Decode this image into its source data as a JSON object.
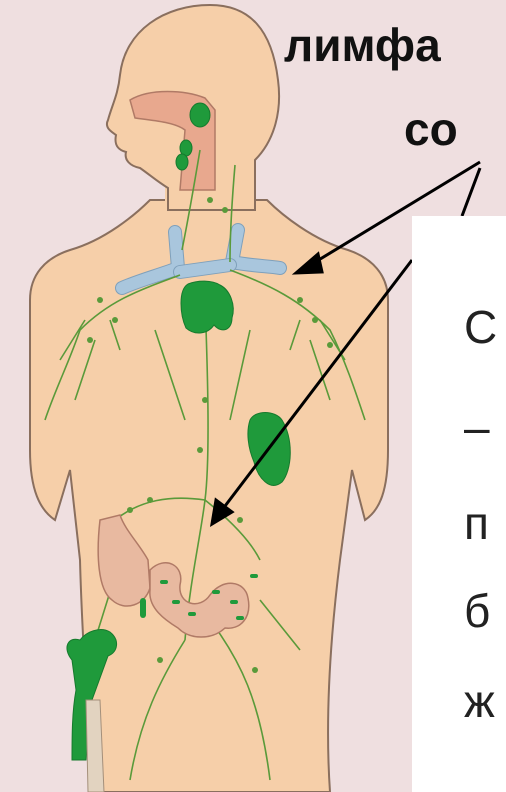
{
  "title": {
    "line1": "лимфа",
    "line2": "со"
  },
  "callout": {
    "lines": [
      "С",
      "–",
      "п",
      "б",
      "ж"
    ]
  },
  "colors": {
    "background": "#efdfe0",
    "skin": "#f6cfa9",
    "outline": "#8a6f5e",
    "lymph_organ": "#1f9a3b",
    "lymph_vessel": "#5a9a3a",
    "vein": "#a9c6dd",
    "callout_box": "#ffffff"
  }
}
